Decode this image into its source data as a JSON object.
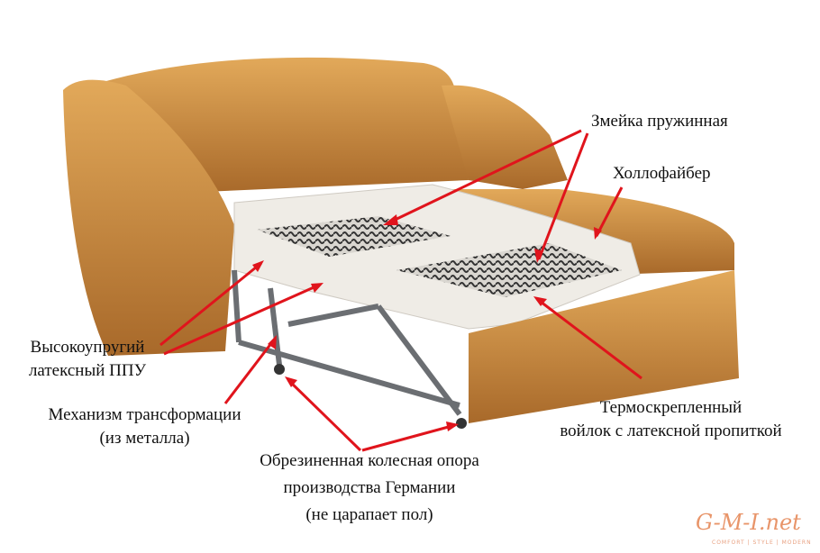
{
  "labels": {
    "spring_snake": "Змейка пружинная",
    "hollofiber": "Холлофайбер",
    "foam_line1": "Высокоупругий",
    "foam_line2": "латексный ППУ",
    "mechanism_line1": "Механизм трансформации",
    "mechanism_line2": "(из металла)",
    "felt_line1": "Термоскрепленный",
    "felt_line2": "войлок с латексной пропиткой",
    "wheel_line1": "Обрезиненная колесная опора",
    "wheel_line2": "производства Германии",
    "wheel_line3": "(не царапает пол)"
  },
  "watermark": {
    "logo": "G-M-I.net",
    "tagline": "COMFORT | STYLE | MODERN"
  },
  "colors": {
    "arrow": "#e0141c",
    "leather": "#c98a3a",
    "mattress": "#efece6"
  }
}
